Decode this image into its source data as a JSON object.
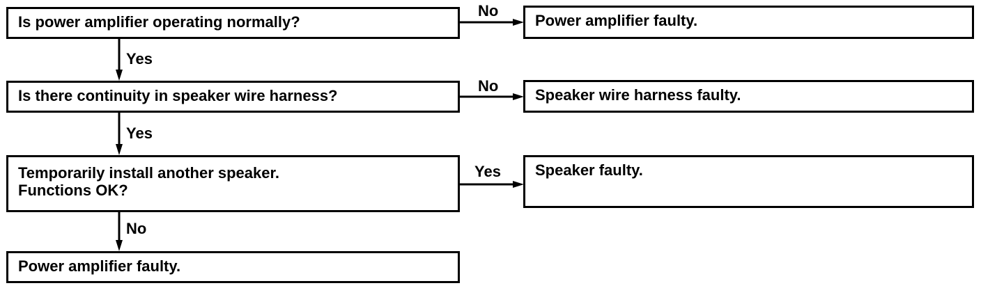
{
  "diagram": {
    "questions": [
      {
        "id": "q1",
        "text": "Is power amplifier operating normally?"
      },
      {
        "id": "q2",
        "text": "Is there continuity in speaker wire harness?"
      },
      {
        "id": "q3",
        "line1": "Temporarily install another speaker.",
        "line2": "Functions OK?"
      }
    ],
    "results": [
      {
        "id": "r1",
        "text": "Power amplifier faulty."
      },
      {
        "id": "r2",
        "text": "Speaker wire harness faulty."
      },
      {
        "id": "r3",
        "text": "Speaker faulty."
      },
      {
        "id": "r4",
        "text": "Power amplifier faulty."
      }
    ],
    "edge_labels": {
      "q1_to_r1": "No",
      "q1_to_q2": "Yes",
      "q2_to_r2": "No",
      "q2_to_q3": "Yes",
      "q3_to_r3": "Yes",
      "q3_to_r4": "No"
    }
  }
}
